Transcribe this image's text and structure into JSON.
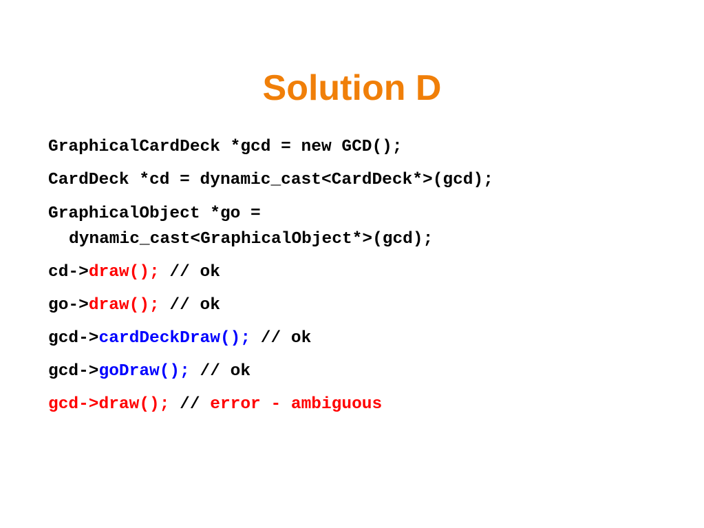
{
  "slide": {
    "title": "Solution D",
    "title_color": "#f07f09",
    "highlight_red": "#ff0000",
    "highlight_blue": "#0000ff"
  },
  "code": {
    "line1": "GraphicalCardDeck *gcd = new GCD();",
    "line2": "CardDeck *cd = dynamic_cast<CardDeck*>(gcd);",
    "line3a": "GraphicalObject *go =",
    "line3b": "dynamic_cast<GraphicalObject*>(gcd);",
    "line4": {
      "prefix": "cd->",
      "call": "draw();",
      "comment": " // ok"
    },
    "line5": {
      "prefix": "go->",
      "call": "draw();",
      "comment": " // ok"
    },
    "line6": {
      "prefix": "gcd->",
      "call": "cardDeckDraw();",
      "comment": " // ok"
    },
    "line7": {
      "prefix": "gcd->",
      "call": "goDraw();",
      "comment": " // ok"
    },
    "line8": {
      "call": "gcd->draw();",
      "slashes": " //",
      "comment": " error - ambiguous"
    }
  }
}
